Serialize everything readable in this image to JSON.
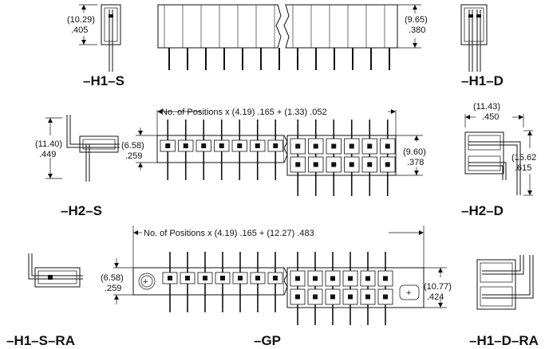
{
  "labels": {
    "h1s": "–H1–S",
    "h1d": "–H1–D",
    "h2s": "–H2–S",
    "h2d": "–H2–D",
    "h1sra": "–H1–S–RA",
    "gp": "–GP",
    "h1dra": "–H1–D–RA"
  },
  "dims": {
    "h1s_mm": "(10.29)",
    "h1s_in": ".405",
    "h1_height_mm": "(9.65)",
    "h1_height_in": ".380",
    "h2_formula": "No. of Positions x (4.19) .165 + (1.33) .052",
    "h2s_mm": "(11.40)",
    "h2s_in": ".449",
    "h2_left_mm": "(6.58)",
    "h2_left_in": ".259",
    "h2_right_mm": "(9.60)",
    "h2_right_in": ".378",
    "h2d_top_mm": "(11.43)",
    "h2d_top_in": ".450",
    "h2d_side_mm": "(15.62",
    "h2d_side_in": ".615",
    "gp_formula": "No. of Positions x (4.19) .165 + (12.27) .483",
    "gp_left_mm": "(6.58)",
    "gp_left_in": ".259",
    "gp_right_mm": "(10.77)",
    "gp_right_in": ".424"
  },
  "symbols": {
    "plus": "+"
  }
}
